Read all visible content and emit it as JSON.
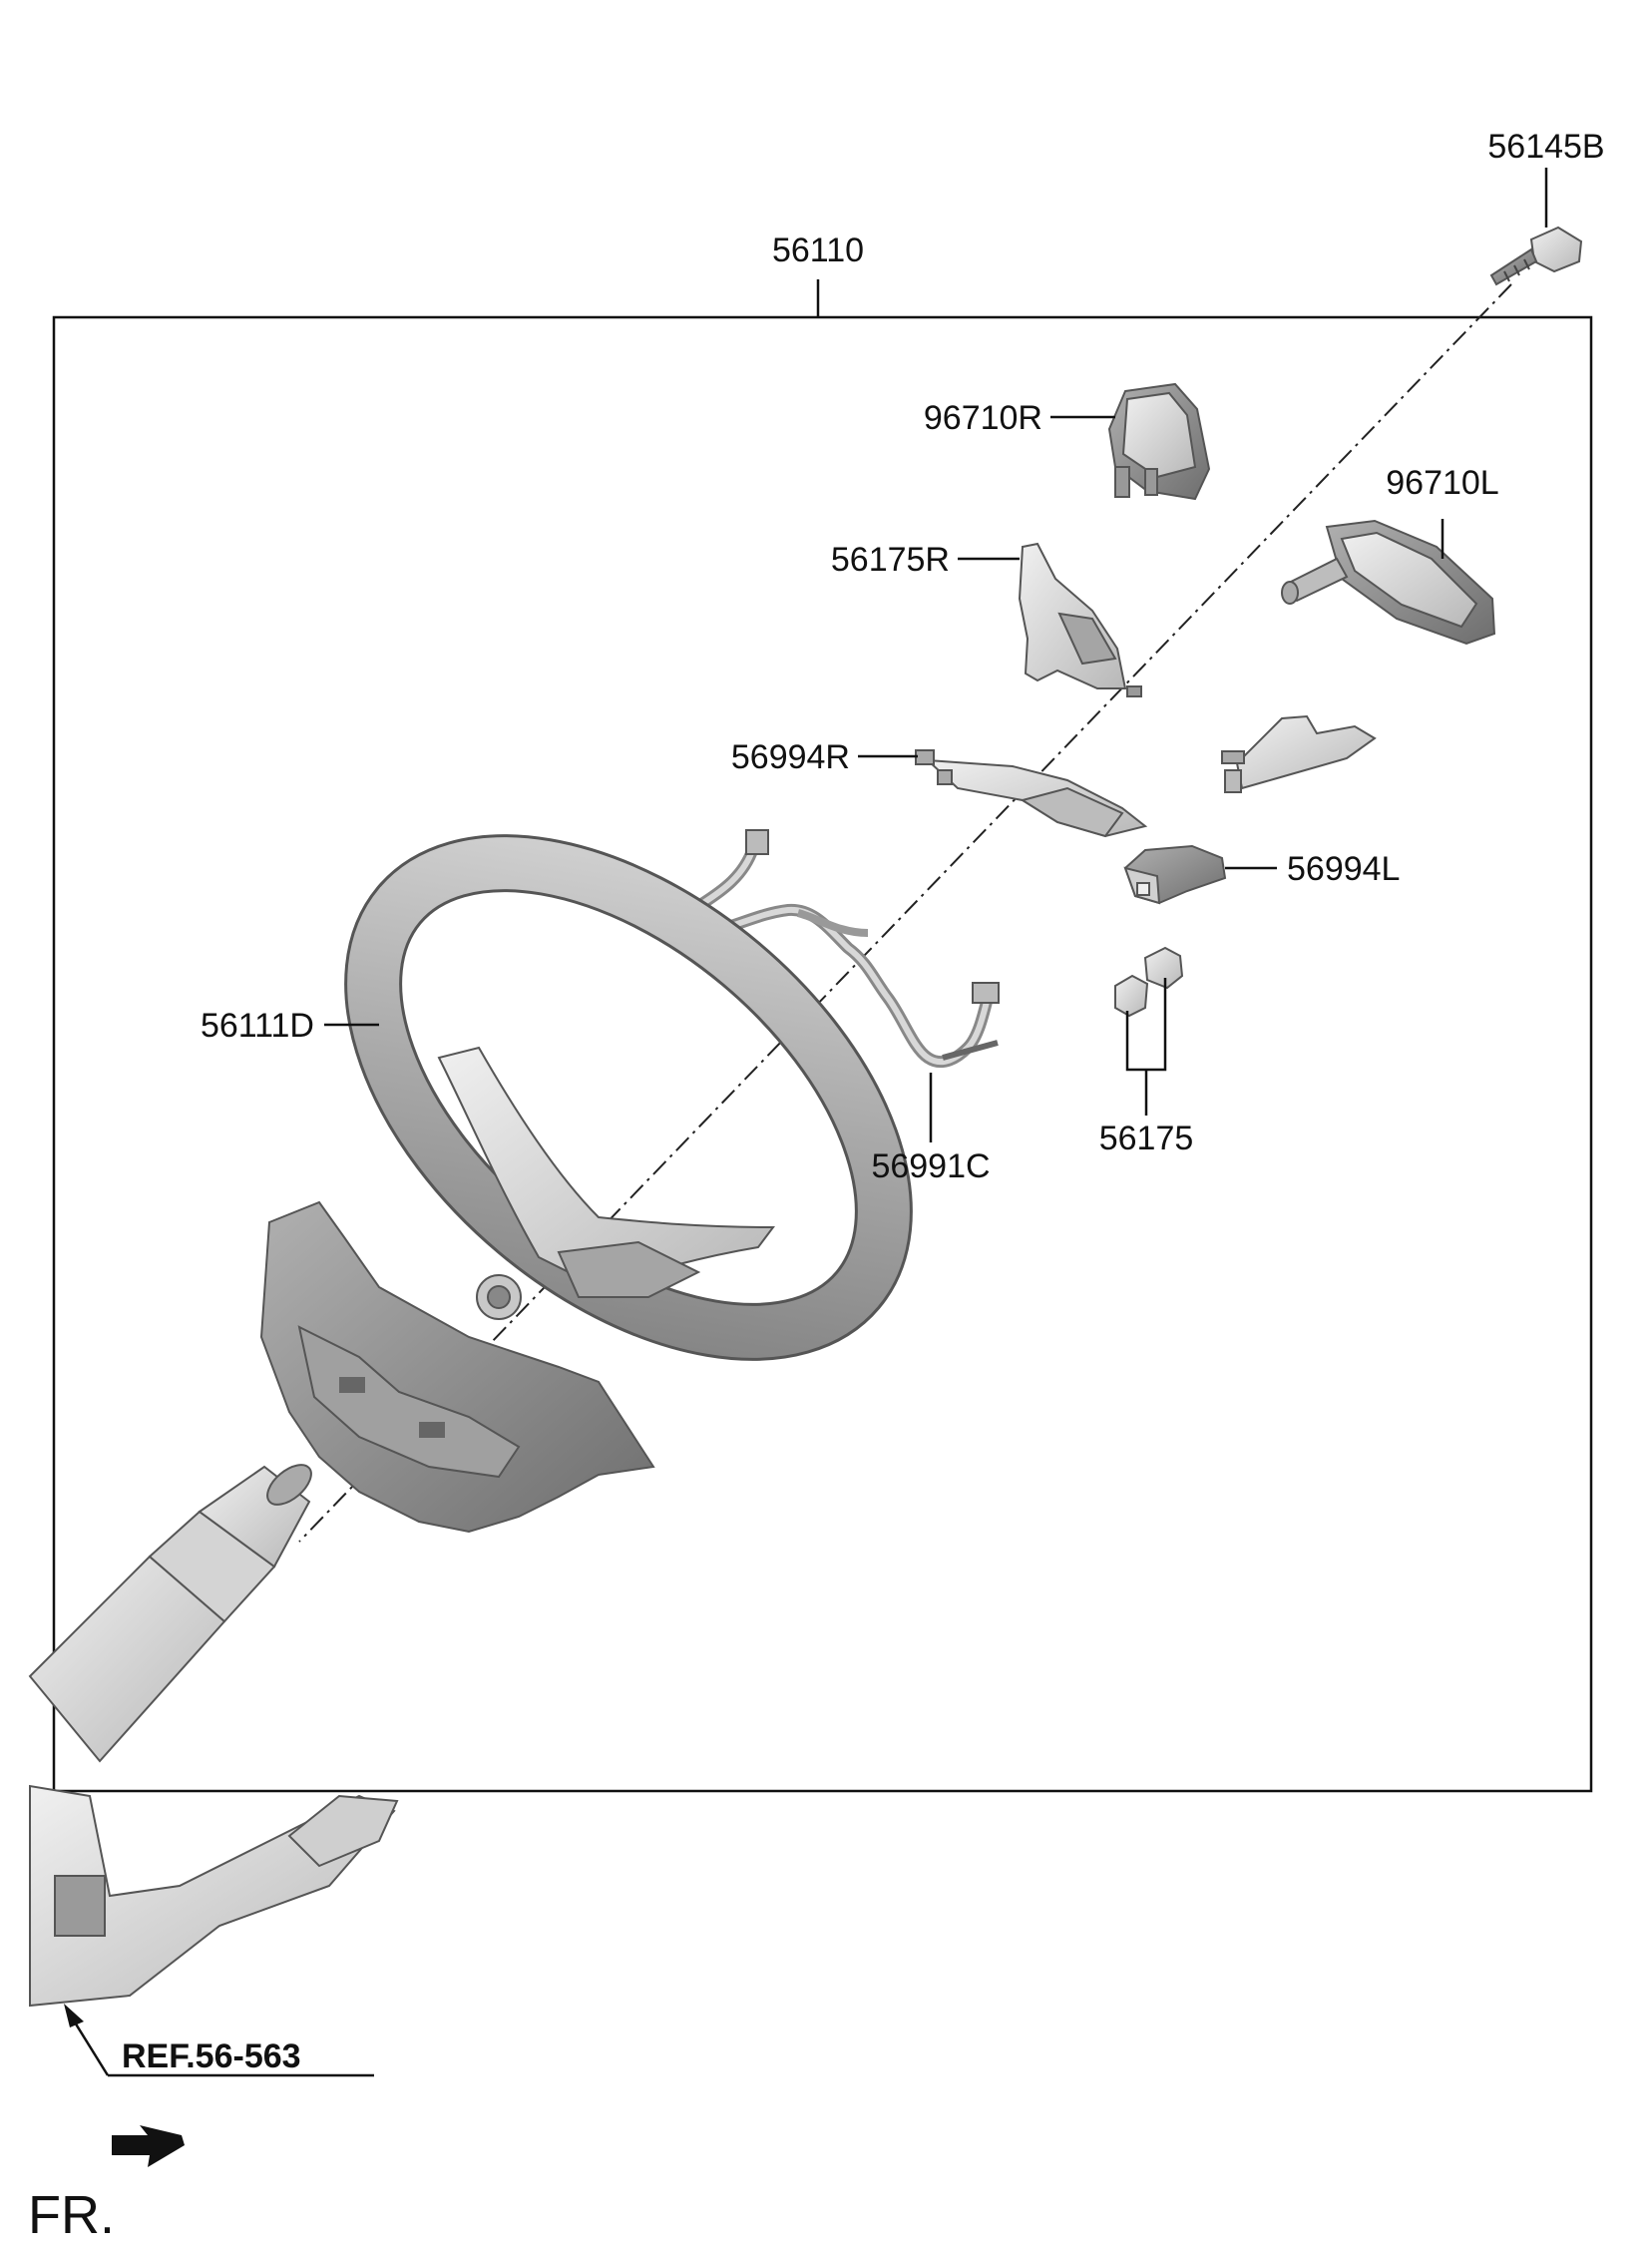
{
  "labels": {
    "assembly": "56110",
    "bolt": "56145B",
    "switch_right": "96710R",
    "switch_left": "96710L",
    "cover_right": "56175R",
    "bezel_right": "56994R",
    "bezel_left": "56994L",
    "wheel": "56111D",
    "harness": "56991C",
    "clips": "56175",
    "reference": "REF.56-563",
    "front": "FR."
  },
  "colors": {
    "outline": "#111111",
    "part_light": "#e6e6e6",
    "part_mid": "#bdbdbd",
    "part_dark": "#8a8a8a"
  }
}
